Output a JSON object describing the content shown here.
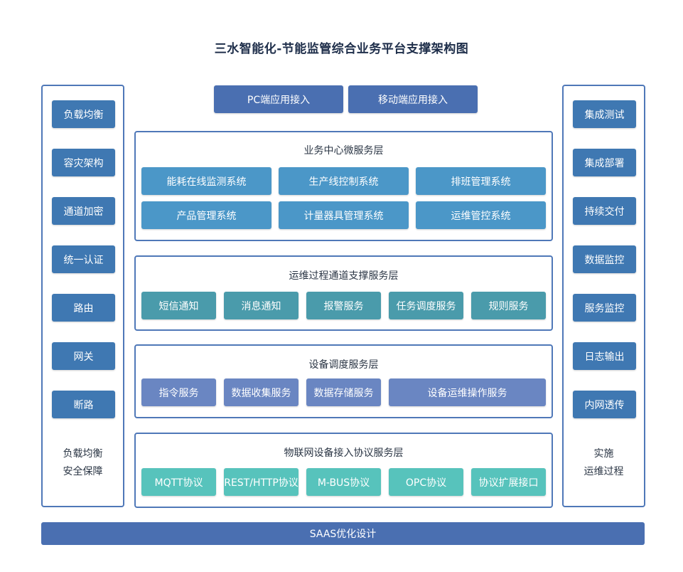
{
  "title": "三水智能化-节能监管综合业务平台支撑架构图",
  "left_column": {
    "items": [
      "负载均衡",
      "容灾架构",
      "通道加密",
      "统一认证",
      "路由",
      "网关",
      "断路"
    ],
    "note_line1": "负载均衡",
    "note_line2": "安全保障"
  },
  "right_column": {
    "items": [
      "集成测试",
      "集成部署",
      "持续交付",
      "数据监控",
      "服务监控",
      "日志输出",
      "内网透传"
    ],
    "note_line1": "实施",
    "note_line2": "运维过程"
  },
  "access": [
    "PC端应用接入",
    "移动端应用接入"
  ],
  "layers": [
    {
      "title": "业务中心微服务层",
      "services": [
        "能耗在线监测系统",
        "生产线控制系统",
        "排班管理系统",
        "产品管理系统",
        "计量器具管理系统",
        "运维管控系统"
      ]
    },
    {
      "title": "运维过程通道支撑服务层",
      "services": [
        "短信通知",
        "消息通知",
        "报警服务",
        "任务调度服务",
        "规则服务"
      ]
    },
    {
      "title": "设备调度服务层",
      "services": [
        "指令服务",
        "数据收集服务",
        "数据存储服务",
        "设备运维操作服务"
      ]
    },
    {
      "title": "物联网设备接入协议服务层",
      "services": [
        "MQTT协议",
        "REST/HTTP协议",
        "M-BUS协议",
        "OPC协议",
        "协议扩展接口"
      ]
    }
  ],
  "bottom_bar": "SAAS优化设计",
  "colors": {
    "panel_border": "#4f78b8",
    "side_box": "#3f78b2",
    "access_box": "#4a6fb1",
    "layer1_box": "#4b97c8",
    "layer2_box": "#4a9bab",
    "layer3_box": "#6a86c2",
    "layer4_box": "#57c3bc",
    "bottom_bar": "#4a6fb1"
  }
}
